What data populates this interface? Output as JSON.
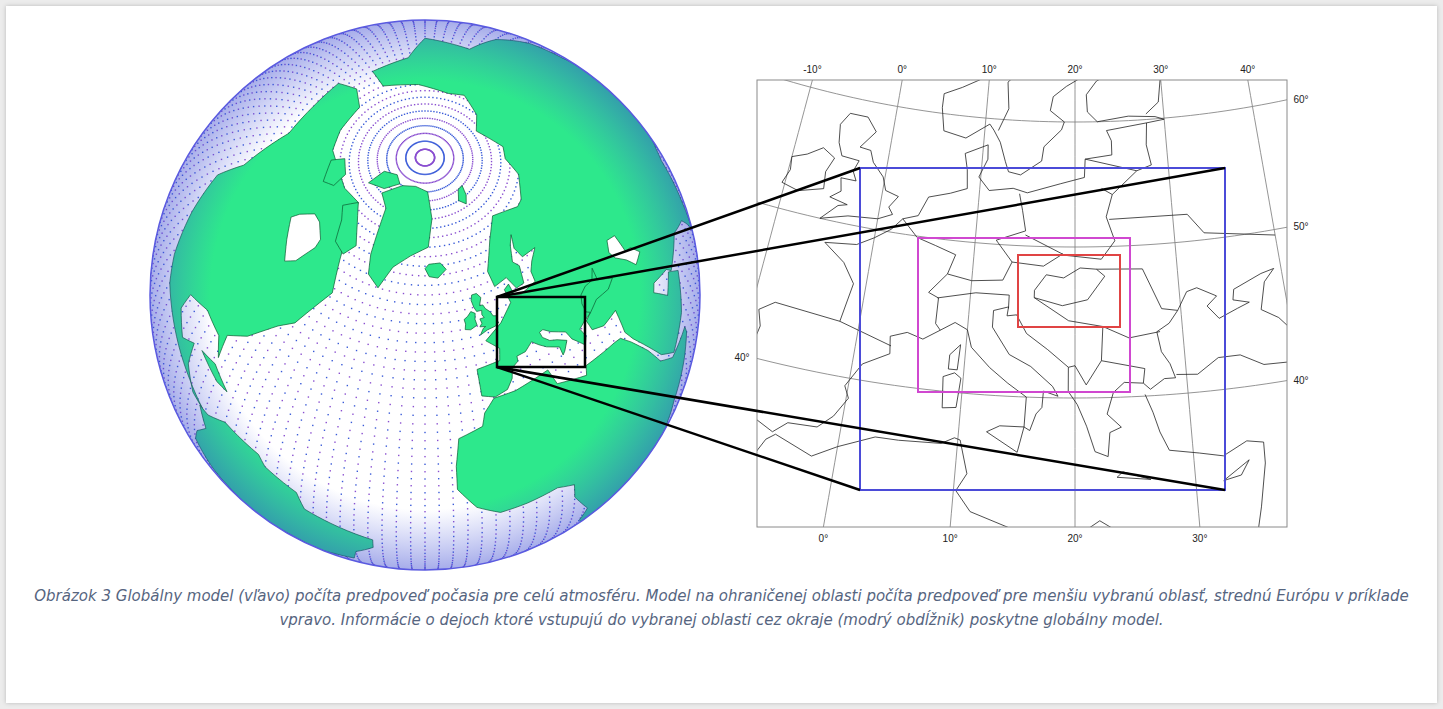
{
  "diagram": {
    "caption": "Obrázok 3 Globálny model (vľavo) počíta predpoveď počasia pre celú atmosféru. Model na ohraničenej oblasti počíta predpoveď pre menšiu vybranú oblasť, strednú Európu v príklade vpravo. Informácie o dejoch ktoré vstupujú do vybranej oblasti cez okraje (modrý obdĺžnik) poskytne globálny model.",
    "labels": [
      "-10°",
      "0°",
      "10°",
      "20°",
      "30°",
      "40°",
      "60°",
      "50°",
      "40°",
      "40°",
      "0°",
      "10°",
      "20°",
      "30°"
    ]
  }
}
